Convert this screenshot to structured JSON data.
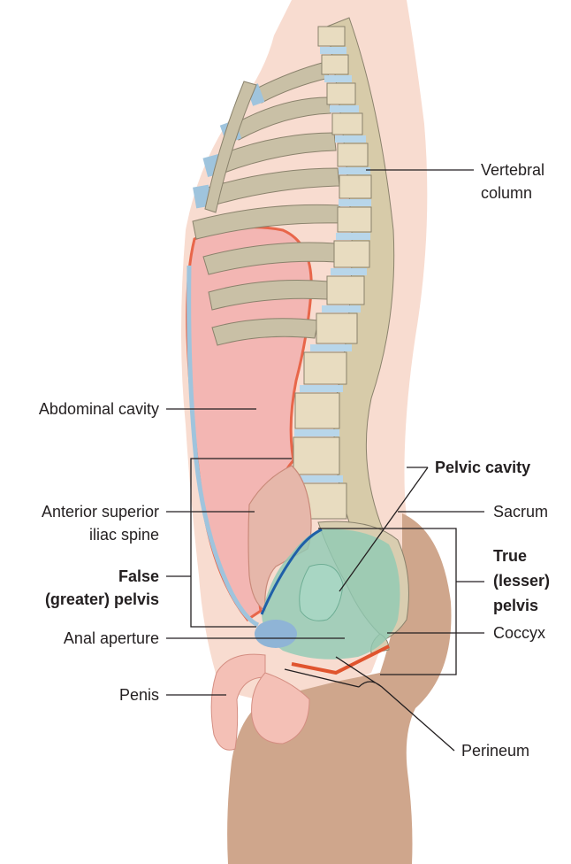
{
  "labels": {
    "vertebral_column": [
      "Vertebral",
      "column"
    ],
    "abdominal_cavity": "Abdominal cavity",
    "pelvic_cavity": "Pelvic cavity",
    "sacrum": "Sacrum",
    "anterior_superior_iliac_spine": [
      "Anterior superior",
      "iliac spine"
    ],
    "false_pelvis": [
      "False",
      "(greater) pelvis"
    ],
    "true_pelvis": [
      "True",
      "(lesser)",
      "pelvis"
    ],
    "anal_aperture": "Anal aperture",
    "coccyx": "Coccyx",
    "penis": "Penis",
    "perineum": "Perineum"
  },
  "colors": {
    "skin": "#f8dcd0",
    "lower_body": "#cfa68c",
    "abdominal_cavity": "#f2a9a9",
    "pelvic_cavity": "#8fcab4",
    "bone": "#e8dcc0",
    "rib": "#c9c0a6",
    "cartilage": "#9fc4dd",
    "pelvic_rim_line": "#1f5fa8",
    "perineum_line": "#e0542e"
  }
}
